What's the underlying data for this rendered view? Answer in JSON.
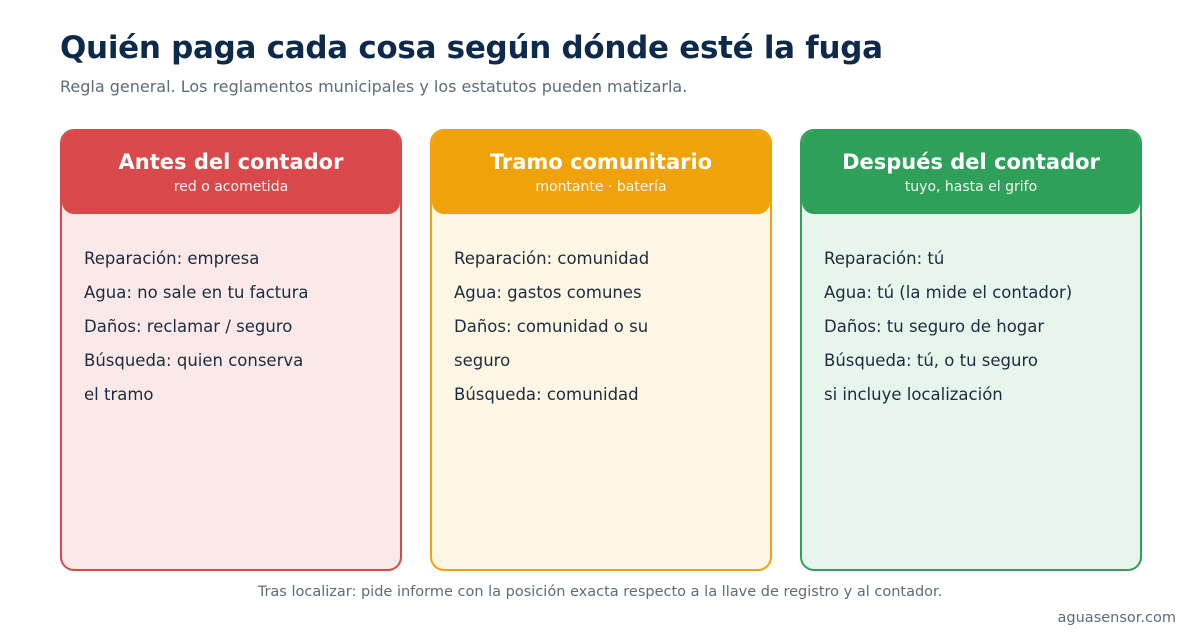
{
  "title": "Quién paga cada cosa según dónde esté la fuga",
  "subtitle": "Regla general. Los reglamentos municipales y los estatutos pueden matizarla.",
  "cards": [
    {
      "title": "Antes del contador",
      "subtitle": "red o acometida",
      "accent": "#d9484b",
      "background": "#fbe9e9",
      "lines": [
        "Reparación: empresa",
        "Agua: no sale en tu factura",
        "Daños: reclamar / seguro",
        "Búsqueda: quien conserva",
        "el tramo"
      ]
    },
    {
      "title": "Tramo comunitario",
      "subtitle": "montante · batería",
      "accent": "#f0a20a",
      "background": "#fef6e4",
      "lines": [
        "Reparación: comunidad",
        "Agua: gastos comunes",
        "Daños: comunidad o su",
        "seguro",
        "Búsqueda: comunidad"
      ]
    },
    {
      "title": "Después del contador",
      "subtitle": "tuyo, hasta el grifo",
      "accent": "#2ea05a",
      "background": "#e8f5ed",
      "lines": [
        "Reparación: tú",
        "Agua: tú (la mide el contador)",
        "Daños: tu seguro de hogar",
        "Búsqueda: tú, o tu seguro",
        "si incluye localización"
      ]
    }
  ],
  "footnote": "Tras localizar: pide informe con la posición exacta respecto a la llave de registro y al contador.",
  "brand": "aguasensor.com"
}
